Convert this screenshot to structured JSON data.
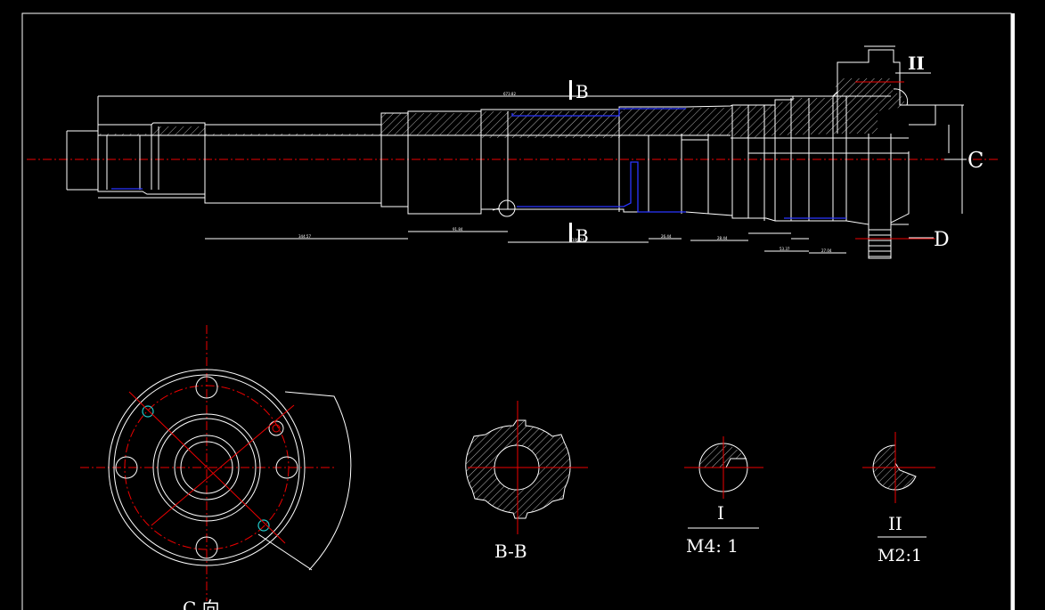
{
  "drawing": {
    "section_labels": {
      "b_top": "B",
      "b_bottom": "B",
      "c": "C",
      "d": "D",
      "ii_callout": "II"
    },
    "views": {
      "bb_title": "B-B",
      "detail_i": {
        "title": "I",
        "scale": "M4:  1"
      },
      "detail_ii": {
        "title": "II",
        "scale": "M2:1"
      },
      "flange_view_title": "C 向"
    },
    "dimensions": {
      "overall_length": "673.82",
      "bottom_1": "344.57",
      "bottom_2": "91.84",
      "bottom_3": "108.26",
      "bottom_4": "26.44",
      "bottom_5": "28.44",
      "bottom_6": "53.37",
      "bottom_7": "27.04"
    },
    "colors": {
      "outline": "#ffffff",
      "centerline": "#e00000",
      "blue_line": "#2a35ff",
      "cyan_hole": "#22cccc",
      "background": "#000000"
    }
  }
}
